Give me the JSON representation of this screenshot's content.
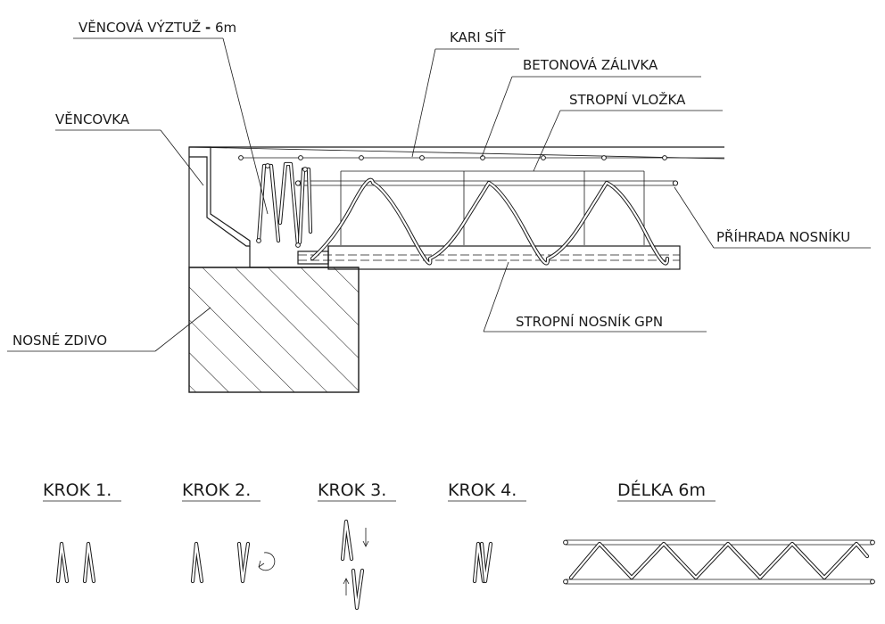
{
  "labels": {
    "vencova_vyztuz": "VĚNCOVÁ VÝZTUŽ",
    "vencova_vyztuz_dash": "-",
    "vencova_vyztuz_len": "6m",
    "kari_sit": "KARI SÍŤ",
    "betonova_zalivka": "BETONOVÁ ZÁLIVKA",
    "stropni_vlozka": "STROPNÍ VLOŽKA",
    "vencovka": "VĚNCOVKA",
    "prihrada_nosniku": "PŘÍHRADA NOSNÍKU",
    "stropni_nosnik": "STROPNÍ NOSNÍK GPN",
    "nosne_zdivo": "NOSNÉ ZDIVO"
  },
  "steps": [
    "KROK 1.",
    "KROK 2.",
    "KROK 3.",
    "KROK 4.",
    "DÉLKA 6m"
  ]
}
